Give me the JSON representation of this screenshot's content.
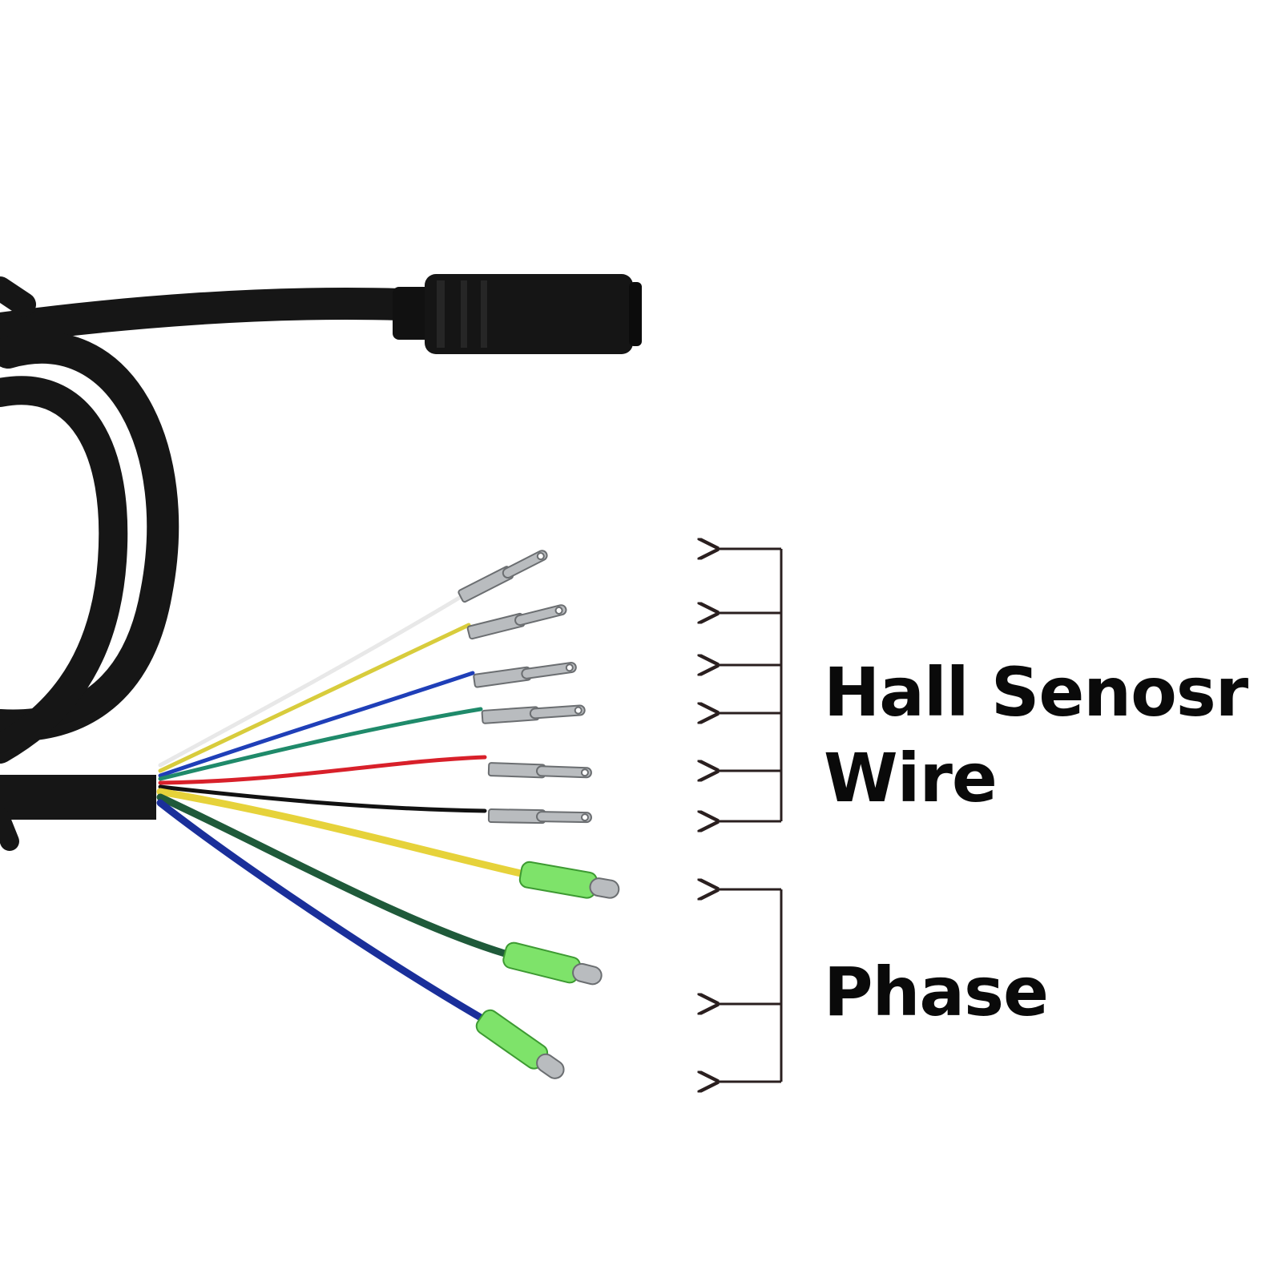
{
  "labels": {
    "hall_line1": "Hall Senosr",
    "hall_line2": "Wire",
    "phase": "Phase"
  },
  "colors": {
    "cable": "#161616",
    "bracket": "#2a1f1f",
    "terminal_metal": "#b9bcbf",
    "phase_sleeve": "#7ee36a"
  },
  "wires": {
    "hall_sensor": [
      "white",
      "yellow",
      "blue",
      "green",
      "red",
      "black"
    ],
    "phase": [
      "yellow",
      "green",
      "blue"
    ]
  },
  "wire_colors": {
    "white": "#e8e8e8",
    "yellow": "#d8cc3c",
    "blue": "#1f3fb8",
    "green": "#1f8a6a",
    "red": "#d8202a",
    "black": "#111111",
    "phase_yellow": "#e6d23a",
    "phase_green": "#1f5a3a",
    "phase_blue": "#1a2f9a"
  }
}
